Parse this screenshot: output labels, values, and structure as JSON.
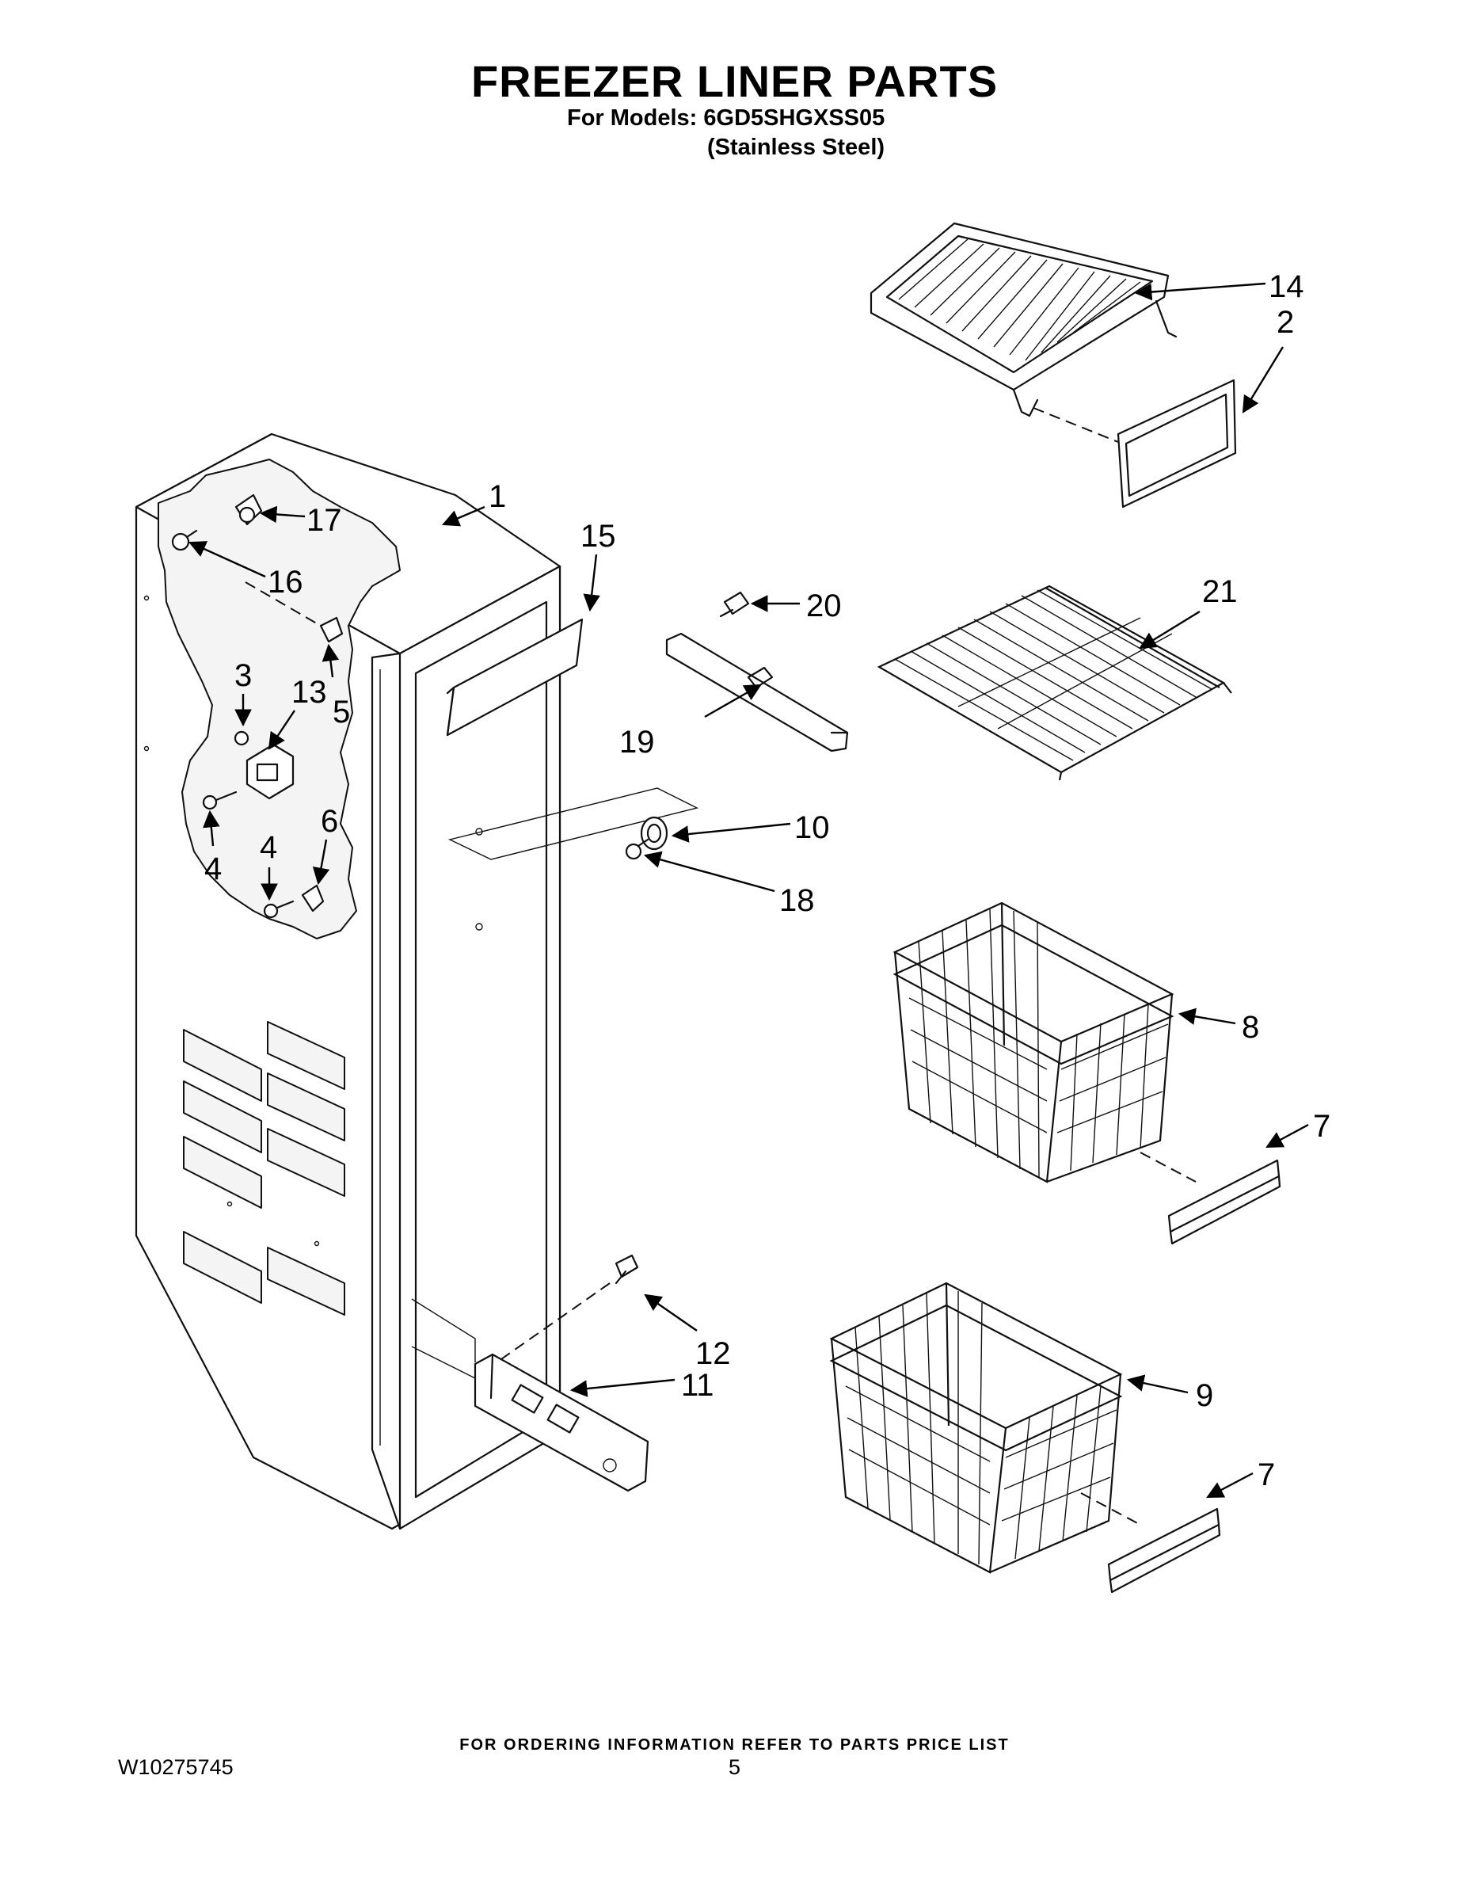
{
  "header": {
    "title": "FREEZER LINER PARTS",
    "models_label": "For Models: 6GD5SHGXSS05",
    "variant_label": "(Stainless Steel)"
  },
  "callouts": {
    "c1": "1",
    "c2": "2",
    "c3": "3",
    "c4a": "4",
    "c4b": "4",
    "c5": "5",
    "c6": "6",
    "c7a": "7",
    "c7b": "7",
    "c8": "8",
    "c9": "9",
    "c10": "10",
    "c11": "11",
    "c12": "12",
    "c13": "13",
    "c14": "14",
    "c15": "15",
    "c16": "16",
    "c17": "17",
    "c18": "18",
    "c19": "19",
    "c20": "20",
    "c21": "21"
  },
  "footer": {
    "ordering_note": "FOR ORDERING INFORMATION REFER TO PARTS PRICE LIST",
    "doc_number": "W10275745",
    "page_number": "5"
  }
}
